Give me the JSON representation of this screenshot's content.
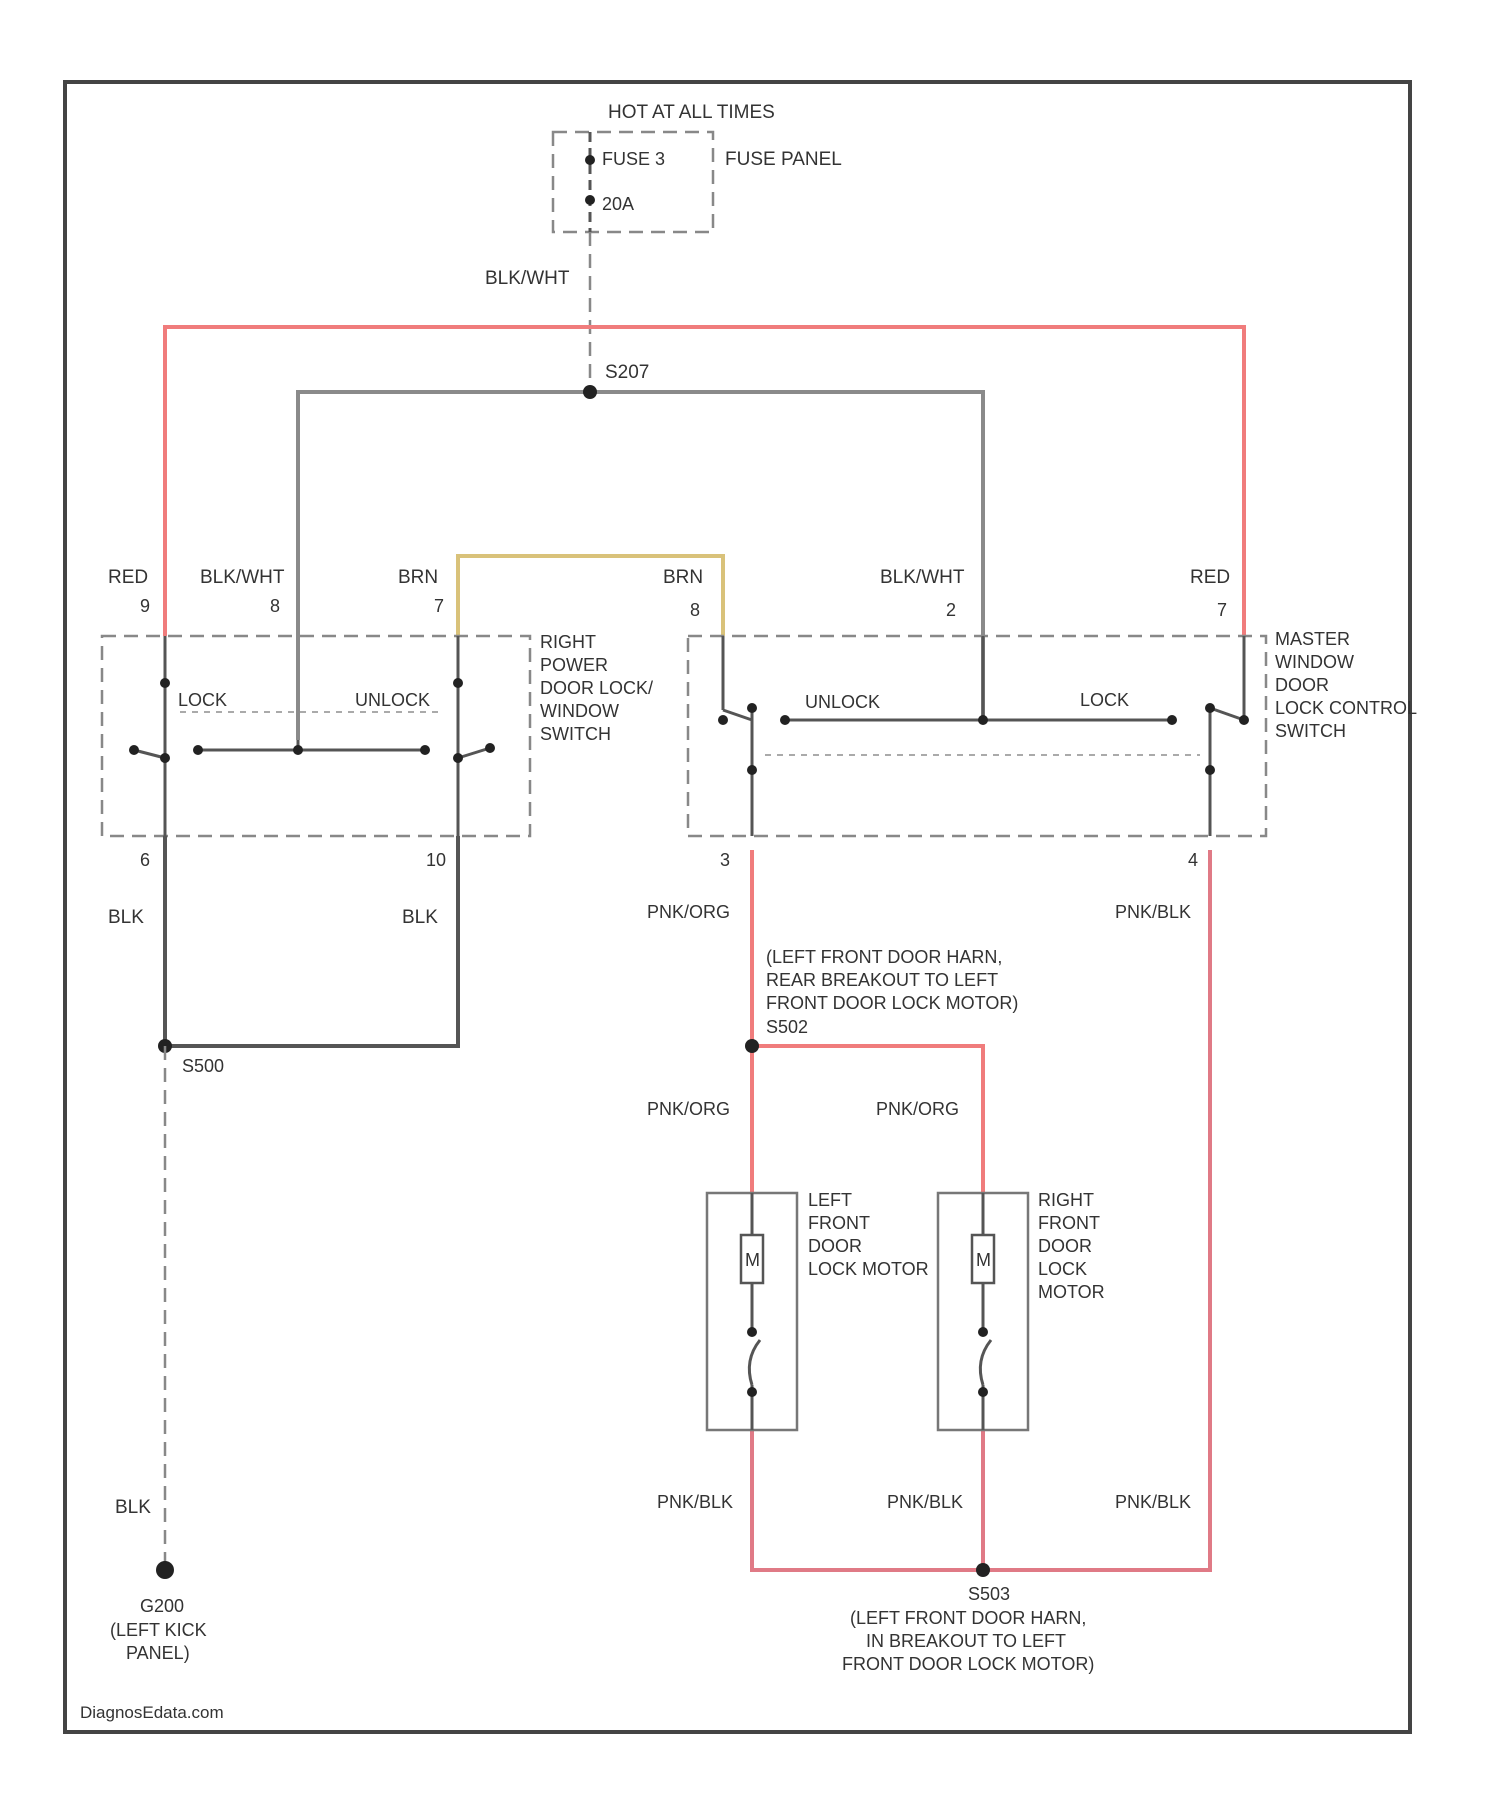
{
  "colors": {
    "red": "#f07c7c",
    "pink": "#e07a86",
    "brown": "#d9c27a",
    "gray": "#8a8a8a",
    "black": "#555555",
    "text": "#333333",
    "frame": "#444444"
  },
  "fuse": {
    "hot_label": "HOT AT ALL TIMES",
    "panel_label": "FUSE PANEL",
    "name": "FUSE 3",
    "rating": "20A"
  },
  "wires": {
    "blk_wht": "BLK/WHT",
    "red": "RED",
    "brn": "BRN",
    "blk": "BLK",
    "pnk_org": "PNK/ORG",
    "pnk_blk": "PNK/BLK"
  },
  "splices": {
    "s207": "S207",
    "s502": "S502",
    "s503": "S503",
    "s500": "S500",
    "s502_desc": [
      "(LEFT FRONT DOOR HARN,",
      "REAR BREAKOUT TO LEFT",
      "FRONT DOOR LOCK MOTOR)"
    ],
    "s503_desc": [
      "(LEFT FRONT DOOR HARN,",
      "IN BREAKOUT TO LEFT",
      "FRONT DOOR LOCK MOTOR)"
    ]
  },
  "ground": {
    "id": "G200",
    "location": [
      "(LEFT KICK",
      "PANEL)"
    ]
  },
  "right_switch": {
    "name": [
      "RIGHT",
      "POWER",
      "DOOR LOCK/",
      "WINDOW",
      "SWITCH"
    ],
    "lock": "LOCK",
    "unlock": "UNLOCK",
    "pins": [
      "9",
      "8",
      "7",
      "6",
      "10"
    ]
  },
  "master_switch": {
    "name": [
      "MASTER",
      "WINDOW",
      "DOOR",
      "LOCK CONTROL",
      "SWITCH"
    ],
    "lock": "LOCK",
    "unlock": "UNLOCK",
    "pins": [
      "8",
      "2",
      "7",
      "3",
      "4"
    ]
  },
  "motors": {
    "left_name": [
      "LEFT",
      "FRONT",
      "DOOR",
      "LOCK MOTOR"
    ],
    "right_name": [
      "RIGHT",
      "FRONT",
      "DOOR",
      "LOCK",
      "MOTOR"
    ],
    "symbol": "M"
  },
  "footer": "DiagnosEdata.com"
}
